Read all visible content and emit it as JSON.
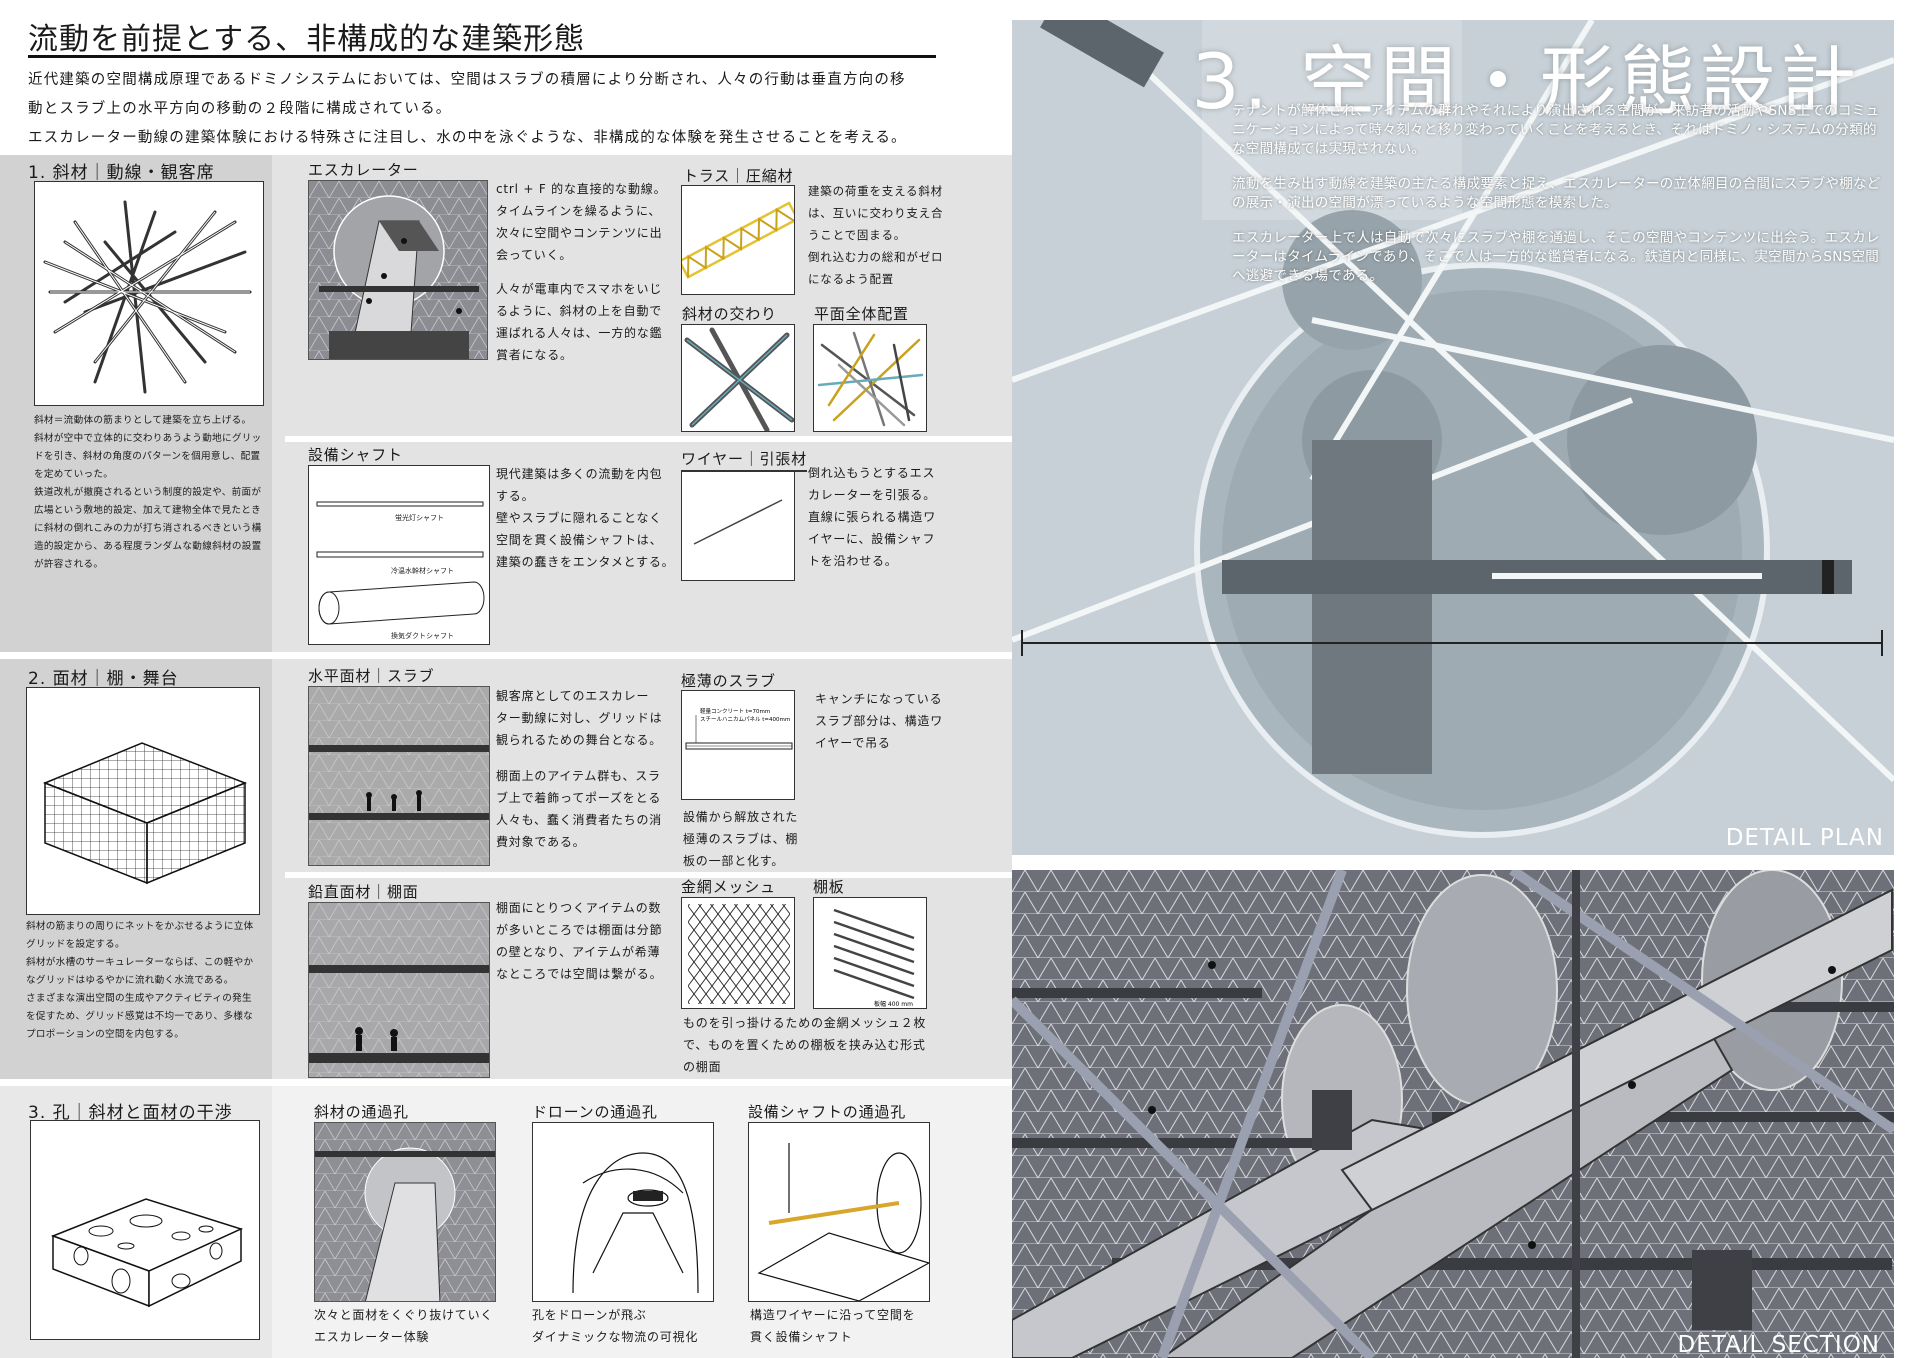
{
  "header": {
    "title": "流動を前提とする、非構成的な建築形態",
    "intro": [
      "近代建築の空間構成原理であるドミノシステムにおいては、空間はスラブの積層により分断され、人々の行動は垂直方向の移",
      "動とスラブ上の水平方向の移動の２段階に構成されている。",
      "エスカレーター動線の建築体験における特殊さに注目し、水の中を泳ぐような、非構成的な体験を発生させることを考える。"
    ]
  },
  "section1": {
    "title": "1. 斜材｜動線・観客席",
    "desc": [
      "斜材＝流動体の筋まりとして建築を立ち上げる。",
      "斜材が空中で立体的に交わりあうよう動地にグリッ",
      "ドを引き、斜材の角度のパターンを個用意し、配置",
      "を定めていった。",
      "鉄道改札が撤廃されるという制度的設定や、前面が",
      "広場という敷地的設定、加えて建物全体で見たとき",
      "に斜材の倒れこみの力が打ち消されるべきという構",
      "造的設定から、ある程度ランダムな動線斜材の設置",
      "が許容される。"
    ],
    "escalator": {
      "label": "エスカレーター",
      "text": [
        "ctrl + F 的な直接的な動線。",
        "タイムラインを繰るように、",
        "次々に空間やコンテンツに出",
        "会っていく。",
        "",
        "人々が電車内でスマホをいじ",
        "るように、斜材の上を自動で",
        "運ばれる人々は、一方的な鑑",
        "賞者になる。"
      ]
    },
    "truss": {
      "label": "トラス｜圧縮材",
      "text": [
        "建築の荷重を支える斜材",
        "は、互いに交わり支え合",
        "うことで固まる。",
        "倒れ込む力の総和がゼロ",
        "になるよう配置"
      ]
    },
    "cross": {
      "label": "斜材の交わり"
    },
    "planall": {
      "label": "平面全体配置"
    },
    "shaft": {
      "label": "設備シャフト",
      "text": [
        "現代建築は多くの流動を内包",
        "する。",
        "壁やスラブに隠れることなく",
        "空間を貫く設備シャフトは、",
        "建築の蠢きをエンタメとする。"
      ],
      "l1": "蛍光灯シャフト",
      "l2": "冷温水幹材シャフト",
      "l3": "換気ダクトシャフト"
    },
    "wire": {
      "label": "ワイヤー｜引張材",
      "text": [
        "倒れ込もうとするエス",
        "カレーターを引張る。",
        "直線に張られる構造ワ",
        "イヤーに、設備シャフ",
        "トを沿わせる。"
      ]
    }
  },
  "section2": {
    "title": "2. 面材｜棚・舞台",
    "desc": [
      "斜材の筋まりの周りにネットをかぶせるように立体",
      "グリッドを設定する。",
      "斜材が水槽のサーキュレーターならば、この軽やか",
      "なグリッドはゆるやかに流れ動く水流である。",
      "さまざまな演出空間の生成やアクティビティの発生",
      "を促すため、グリッド感覚は不均一であり、多様な",
      "プロポーションの空間を内包する。"
    ],
    "slab": {
      "label": "水平面材｜スラブ",
      "text": [
        "観客席としてのエスカレー",
        "ター動線に対し、グリッドは",
        "観られるための舞台となる。",
        "",
        "棚面上のアイテム群も、スラ",
        "ブ上で着飾ってポーズをとる",
        "人々も、蠢く消費者たちの消",
        "費対象である。"
      ]
    },
    "thin": {
      "label": "極薄のスラブ",
      "note1": "軽量コンクリート t=70mm",
      "note2": "スチールハニカムパネル t=400mm",
      "text": [
        "設備から解放された",
        "極薄のスラブは、棚",
        "板の一部と化す。"
      ],
      "text2": [
        "キャンチになっている",
        "スラブ部分は、構造ワ",
        "イヤーで吊る"
      ]
    },
    "vertical": {
      "label": "鉛直面材｜棚面",
      "text": [
        "棚面にとりつくアイテムの数",
        "が多いところでは棚面は分節",
        "の壁となり、アイテムが希薄",
        "なところでは空間は繋がる。"
      ]
    },
    "mesh": {
      "label": "金網メッシュ"
    },
    "shelf": {
      "label": "棚板",
      "note": "板幅 400 mm"
    },
    "meshtext": [
      "ものを引っ掛けるための金網メッシュ２枚",
      "で、ものを置くための棚板を挟み込む形式",
      "の棚面"
    ]
  },
  "section3": {
    "title": "3. 孔｜斜材と面材の干渉",
    "h1": {
      "label": "斜材の通過孔",
      "text": [
        "次々と面材をくぐり抜けていく",
        "エスカレーター体験"
      ]
    },
    "h2": {
      "label": "ドローンの通過孔",
      "text": [
        "孔をドローンが飛ぶ",
        "ダイナミックな物流の可視化"
      ]
    },
    "h3": {
      "label": "設備シャフトの通過孔",
      "text": [
        "構造ワイヤーに沿って空間を",
        "貫く設備シャフト"
      ]
    }
  },
  "right": {
    "title": "3. 空間・形態設計",
    "p1": "テナントが解体され、アイテムの群れやそれにより演出される空間が、来訪者の活動やSNS上でのコミュニケーションによって時々刻々と移り変わっていくことを考えるとき、それはドミノ・システムの分類的な空間構成では実現されない。",
    "p2": "流動を生み出す動線を建築の主たる構成要素と捉え、エスカレーターの立体網目の合間にスラブや棚などの展示・演出の空間が漂っているような空間形態を模索した。",
    "p3": "エスカレーター上で人は自動で次々にスラブや棚を通過し、そこの空間やコンテンツに出会う。エスカレーターはタイムラインであり、そこで人は一方的な鑑賞者になる。鉄道内と同様に、実空間からSNS空間へ逃避できる場である。",
    "plan_caption": "DETAIL PLAN",
    "section_caption": "DETAIL SECTION"
  },
  "colors": {
    "band": "#ebebeb",
    "bandLeft": "#d2d2d2",
    "plan": "#c9d3d8",
    "truss": "#e4c232"
  }
}
